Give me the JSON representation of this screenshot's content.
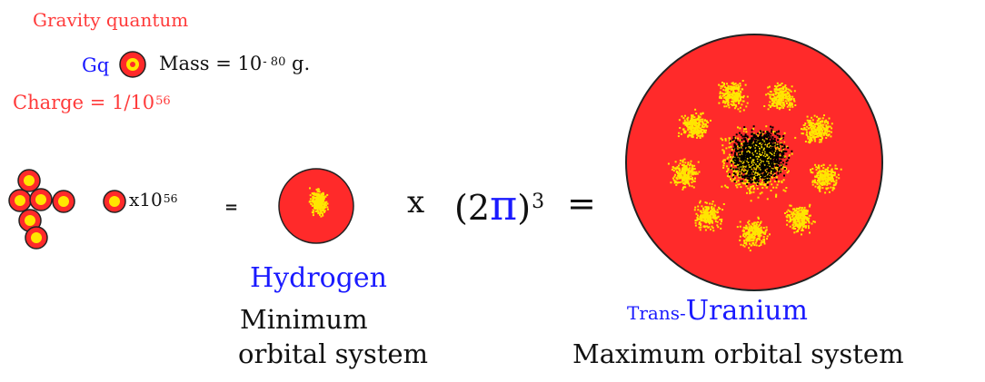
{
  "header": {
    "title": "Gravity quantum",
    "gq_label": "Gq",
    "mass_prefix": "Mass = 10",
    "mass_exponent": "- 80",
    "mass_unit": "g.",
    "charge_prefix": "Charge  =  1/10",
    "charge_exponent": "56"
  },
  "equation": {
    "multiplier": "x10",
    "multiplier_exponent": "56",
    "equals_small": "=",
    "times": "x",
    "paren_expr_open": "(2",
    "pi": "π",
    "paren_close": ")",
    "cube_exponent": "3",
    "equals_large": "="
  },
  "labels": {
    "hydrogen": "Hydrogen",
    "minimum_line1": "Minimum",
    "minimum_line2": "orbital system",
    "trans_prefix": "Trans-",
    "uranium": "Uranium",
    "maximum": "Maximum orbital  system"
  },
  "colors": {
    "sphere_red": "#ff2a2a",
    "dots_yellow": "#ffe600",
    "core_black": "#000000",
    "text_red": "#ff3b3b",
    "text_blue": "#1a1aff"
  }
}
